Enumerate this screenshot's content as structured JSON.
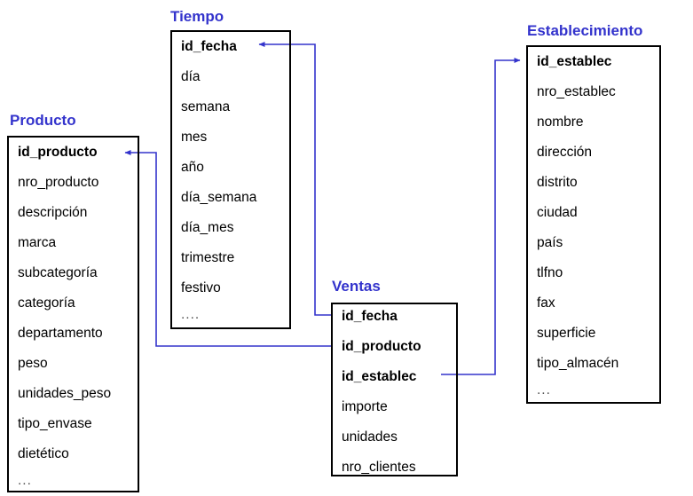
{
  "diagram": {
    "type": "star-schema",
    "title_color": "#3333cc",
    "connector_color": "#3333cc",
    "box_border_color": "#000000",
    "background": "#ffffff"
  },
  "tables": {
    "producto": {
      "title": "Producto",
      "fields": [
        {
          "name": "id_producto",
          "key": true
        },
        {
          "name": "nro_producto",
          "key": false
        },
        {
          "name": "descripción",
          "key": false
        },
        {
          "name": "marca",
          "key": false
        },
        {
          "name": "subcategoría",
          "key": false
        },
        {
          "name": "categoría",
          "key": false
        },
        {
          "name": "departamento",
          "key": false
        },
        {
          "name": "peso",
          "key": false
        },
        {
          "name": "unidades_peso",
          "key": false
        },
        {
          "name": "tipo_envase",
          "key": false
        },
        {
          "name": "dietético",
          "key": false
        },
        {
          "name": "...",
          "key": false
        }
      ]
    },
    "tiempo": {
      "title": "Tiempo",
      "fields": [
        {
          "name": "id_fecha",
          "key": true
        },
        {
          "name": "día",
          "key": false
        },
        {
          "name": "semana",
          "key": false
        },
        {
          "name": "mes",
          "key": false
        },
        {
          "name": "año",
          "key": false
        },
        {
          "name": "día_semana",
          "key": false
        },
        {
          "name": "día_mes",
          "key": false
        },
        {
          "name": "trimestre",
          "key": false
        },
        {
          "name": "festivo",
          "key": false
        },
        {
          "name": "....",
          "key": false
        }
      ]
    },
    "ventas": {
      "title": "Ventas",
      "fields": [
        {
          "name": "id_fecha",
          "key": true
        },
        {
          "name": "id_producto",
          "key": true
        },
        {
          "name": "id_establec",
          "key": true
        },
        {
          "name": "importe",
          "key": false
        },
        {
          "name": "unidades",
          "key": false
        },
        {
          "name": "nro_clientes",
          "key": false
        }
      ]
    },
    "establecimiento": {
      "title": "Establecimiento",
      "fields": [
        {
          "name": "id_establec",
          "key": true
        },
        {
          "name": "nro_establec",
          "key": false
        },
        {
          "name": "nombre",
          "key": false
        },
        {
          "name": "dirección",
          "key": false
        },
        {
          "name": "distrito",
          "key": false
        },
        {
          "name": "ciudad",
          "key": false
        },
        {
          "name": "país",
          "key": false
        },
        {
          "name": "tlfno",
          "key": false
        },
        {
          "name": "fax",
          "key": false
        },
        {
          "name": "superficie",
          "key": false
        },
        {
          "name": "tipo_almacén",
          "key": false
        },
        {
          "name": "...",
          "key": false
        }
      ]
    }
  },
  "relationships": [
    {
      "from": "ventas.id_fecha",
      "to": "tiempo.id_fecha"
    },
    {
      "from": "ventas.id_producto",
      "to": "producto.id_producto"
    },
    {
      "from": "ventas.id_establec",
      "to": "establecimiento.id_establec"
    }
  ]
}
